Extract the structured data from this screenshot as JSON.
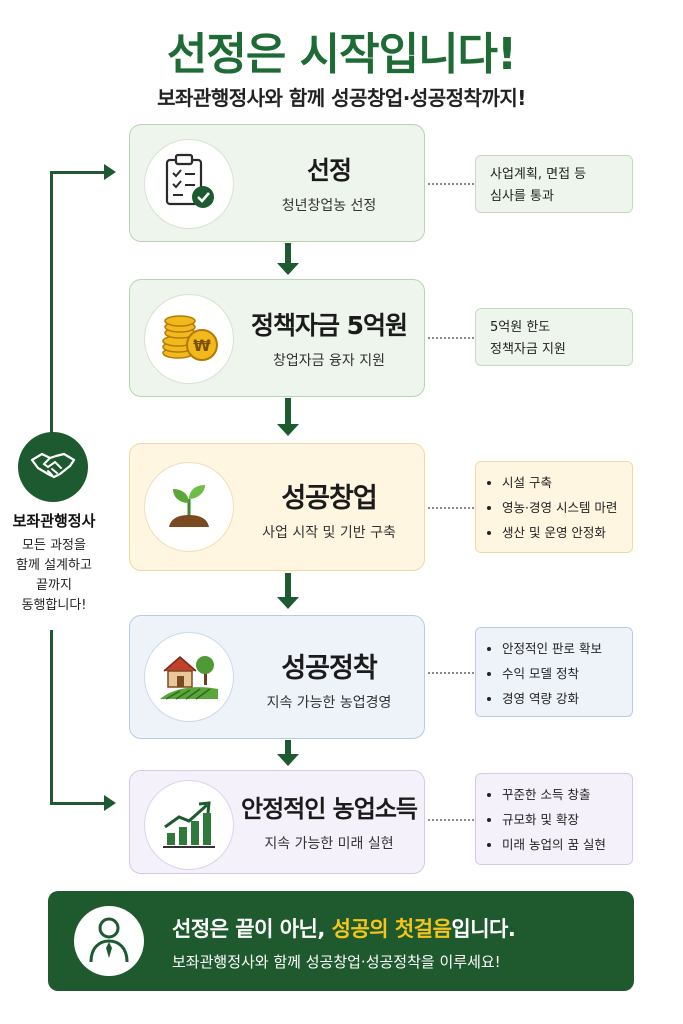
{
  "header": {
    "title": "선정은 시작입니다!",
    "subtitle": "보좌관행정사와 함께 성공창업·성공정착까지!"
  },
  "steps": [
    {
      "title": "선정",
      "subtitle": "청년창업농 선정",
      "icon": "clipboard-check-icon"
    },
    {
      "title": "정책자금 5억원",
      "subtitle": "창업자금 융자 지원",
      "icon": "coins-won-icon"
    },
    {
      "title": "성공창업",
      "subtitle": "사업 시작 및 기반 구축",
      "icon": "sprout-icon"
    },
    {
      "title": "성공정착",
      "subtitle": "지속 가능한 농업경영",
      "icon": "farmhouse-icon"
    },
    {
      "title": "안정적인 농업소득",
      "subtitle": "지속 가능한 미래 실현",
      "icon": "growth-chart-icon"
    }
  ],
  "notes": {
    "n1": {
      "line1": "사업계획, 면접 등",
      "line2": "심사를 통과"
    },
    "n2": {
      "line1": "5억원 한도",
      "line2": "정책자금 지원"
    },
    "n3": [
      "시설 구축",
      "영농·경영 시스템 마련",
      "생산 및 운영 안정화"
    ],
    "n4": [
      "안정적인 판로 확보",
      "수익 모델 정착",
      "경영 역량 강화"
    ],
    "n5": [
      "꾸준한 소득 창출",
      "규모화 및 확장",
      "미래 농업의 꿈 실현"
    ]
  },
  "partner": {
    "name": "보좌관행정사",
    "desc": [
      "모든 과정을",
      "함께 설계하고",
      "끝까지",
      "동행합니다!"
    ],
    "icon": "handshake-icon"
  },
  "banner": {
    "main_prefix": "선정은 끝이 아닌, ",
    "main_highlight": "성공의 첫걸음",
    "main_suffix": "입니다.",
    "sub": "보좌관행정사와 함께 성공창업·성공정착을 이루세요!",
    "icon": "consultant-icon"
  },
  "colors": {
    "brand_green": "#1e6b35",
    "dark_green": "#1f5a2f",
    "highlight_yellow": "#f5c518"
  }
}
